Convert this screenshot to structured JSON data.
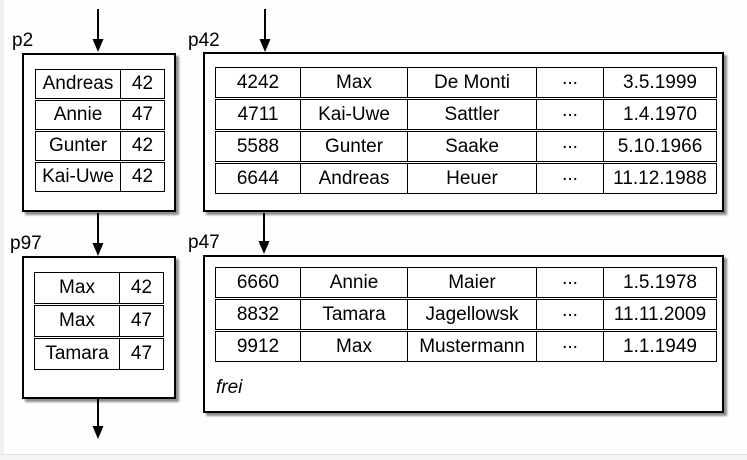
{
  "diagram": {
    "description": "database index pages pointing to data pages",
    "colors": {
      "border": "#000000",
      "page_fill": "#ffffff",
      "shadow": "#808080",
      "background": "#fefefe",
      "margin_strip": "#f1f1f3"
    },
    "pages": [
      {
        "label": "p2",
        "kind": "index",
        "rows": [
          [
            "Andreas",
            "42"
          ],
          [
            "Annie",
            "47"
          ],
          [
            "Gunter",
            "42"
          ],
          [
            "Kai-Uwe",
            "42"
          ]
        ]
      },
      {
        "label": "p42",
        "kind": "data",
        "rows": [
          [
            "4242",
            "Max",
            "De Monti",
            "...",
            "3.5.1999"
          ],
          [
            "4711",
            "Kai-Uwe",
            "Sattler",
            "...",
            "1.4.1970"
          ],
          [
            "5588",
            "Gunter",
            "Saake",
            "...",
            "5.10.1966"
          ],
          [
            "6644",
            "Andreas",
            "Heuer",
            "...",
            "11.12.1988"
          ]
        ]
      },
      {
        "label": "p97",
        "kind": "index",
        "rows": [
          [
            "Max",
            "42"
          ],
          [
            "Max",
            "47"
          ],
          [
            "Tamara",
            "47"
          ]
        ]
      },
      {
        "label": "p47",
        "kind": "data",
        "rows": [
          [
            "6660",
            "Annie",
            "Maier",
            "...",
            "1.5.1978"
          ],
          [
            "8832",
            "Tamara",
            "Jagellowsk",
            "...",
            "11.11.2009"
          ],
          [
            "9912",
            "Max",
            "Mustermann",
            "...",
            "1.1.1949"
          ]
        ],
        "free_label": "frei"
      }
    ],
    "connectors": [
      {
        "from": "above",
        "to": "p2"
      },
      {
        "from": "above",
        "to": "p42"
      },
      {
        "from": "p2",
        "to": "p97"
      },
      {
        "from": "p42",
        "to": "p47"
      },
      {
        "from": "p97",
        "to": "below"
      }
    ]
  }
}
